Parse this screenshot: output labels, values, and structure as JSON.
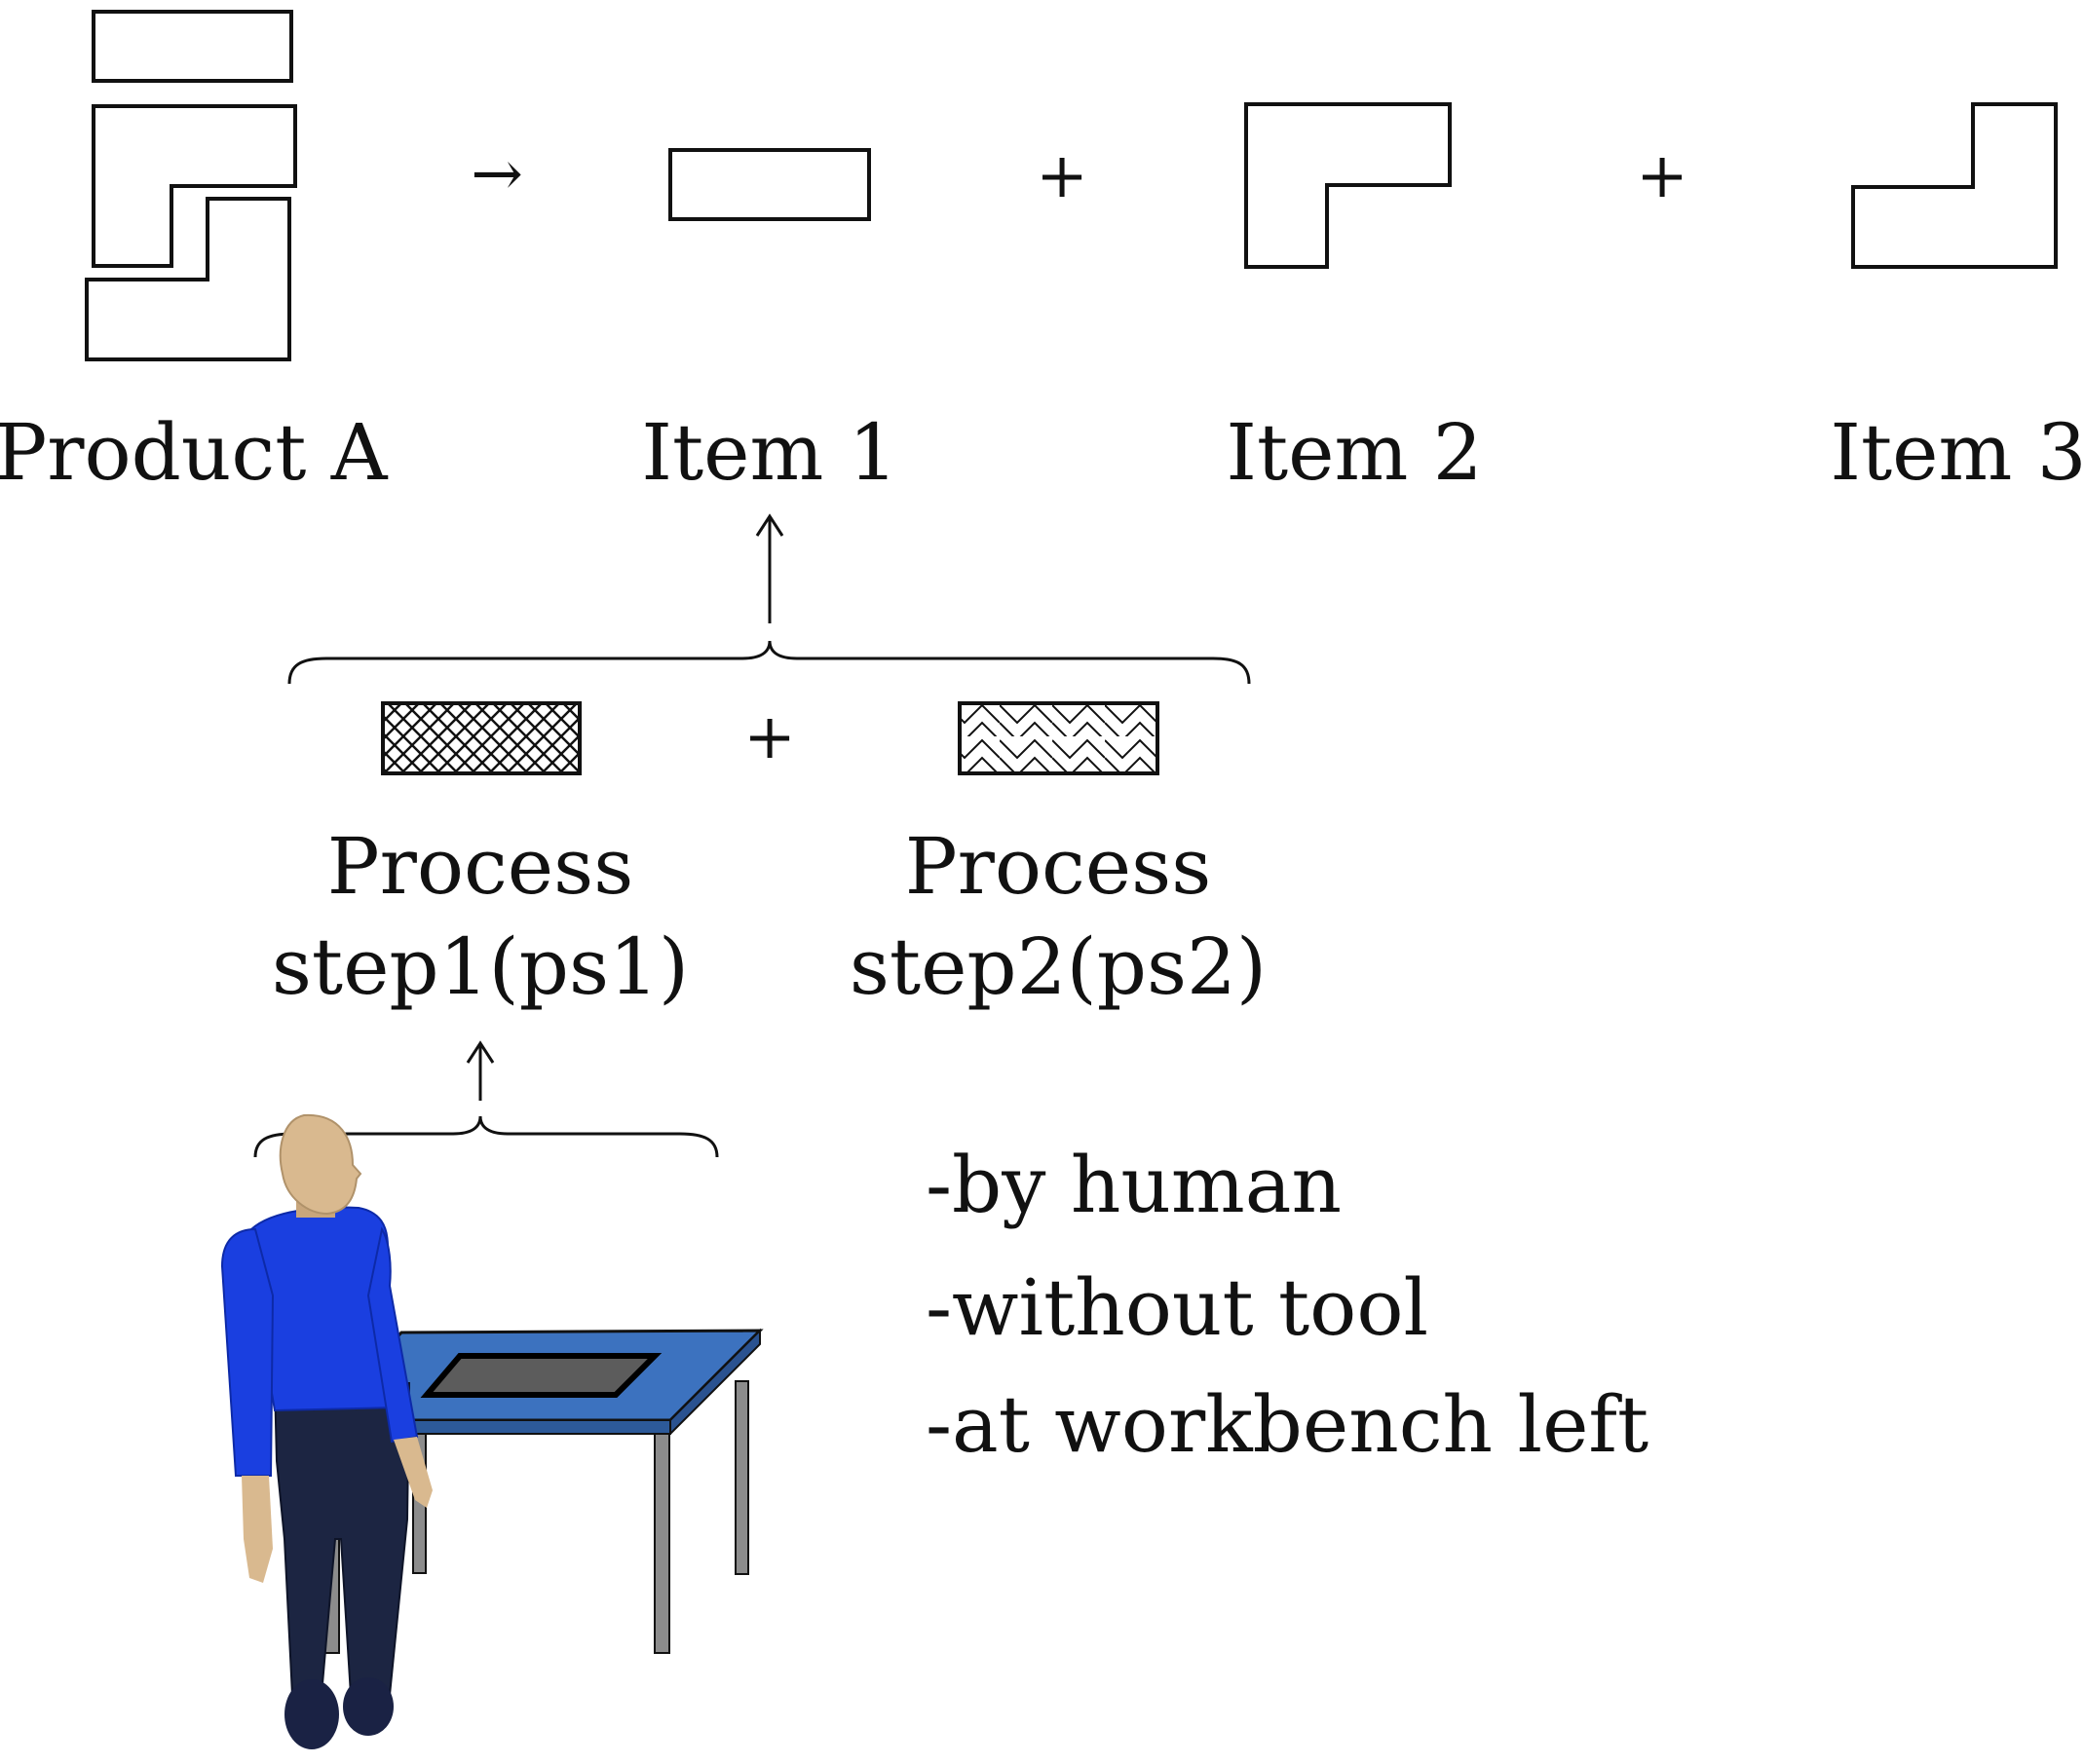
{
  "labels": {
    "product_a": "Product A",
    "item_1": "Item 1",
    "item_2": "Item 2",
    "item_3": "Item 3"
  },
  "operators": {
    "plus": "+",
    "arrow_right": "→",
    "arrow_up": "↑"
  },
  "process_steps": [
    {
      "line1": "Process",
      "line2": "step1(ps1)"
    },
    {
      "line1": "Process",
      "line2": "step2(ps2)"
    }
  ],
  "attributes": [
    "-by human",
    "-without tool",
    "-at workbench left"
  ],
  "colors": {
    "shirt": "#1a3fe0",
    "pants": "#1c2542",
    "skin": "#d9b98f",
    "table_top": "#3c72bf",
    "table_legs": "#8c8c8c",
    "workpiece": "#5c5c5c",
    "line": "#111111"
  }
}
